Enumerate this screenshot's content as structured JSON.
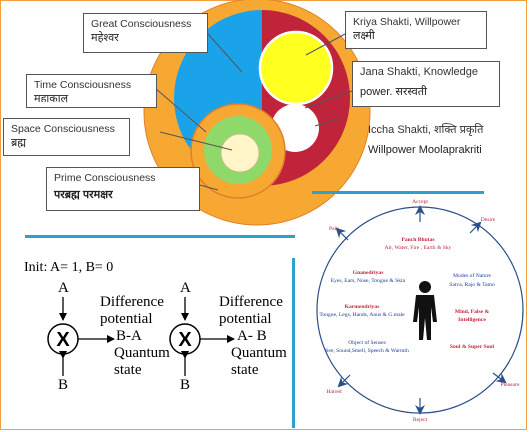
{
  "consciousness": {
    "great": {
      "title": "Great Consciousness",
      "sub": "महेश्वर"
    },
    "time": {
      "title": "Time Consciousness",
      "sub": "महाकाल"
    },
    "space": {
      "title": "Space Consciousness",
      "sub": "ब्रह्म"
    },
    "prime": {
      "title": "Prime Consciousness",
      "sub": "परब्रह्म परमक्षर"
    },
    "kriya": {
      "title": "Kriya Shakti, Willpower",
      "sub": "लक्ष्मी"
    },
    "jana": {
      "title": "Jana Shakti, Knowledge",
      "sub": "power. सरस्वती"
    },
    "iccha": {
      "title": "Iccha Shakti, शक्ति प्रकृति",
      "sub": "Willpower Moolaprakriti"
    },
    "colors": {
      "outer": "#f7a832",
      "blue": "#1aa3e8",
      "red": "#c0243a",
      "yellow": "#ffff20",
      "green": "#8fd86a",
      "cream": "#fff5c8"
    }
  },
  "quantum": {
    "init": "Init: A= 1, B= 0",
    "left": {
      "top": "A",
      "bottom": "B",
      "op": "X",
      "line1": "Difference",
      "line2": "potential",
      "result": "B-A",
      "line4": "Quantum",
      "line5": "state"
    },
    "right": {
      "top": "A",
      "bottom": "B",
      "op": "X",
      "line1": "Difference",
      "line2": "potential",
      "result": "A- B",
      "line4": "Quantum",
      "line5": "state"
    }
  },
  "wheel": {
    "ring": {
      "accept": "Accept",
      "desire": "Desire",
      "pain": "Pain",
      "pleasure": "Pleasure",
      "hatred": "Hatred",
      "reject": "Reject"
    },
    "bhutas": {
      "title": "Panch Bhutas",
      "body": "Air, Water, Fire , Earth & Sky"
    },
    "gnana": {
      "title": "Gnanedriyas",
      "body": "Eyes, Ears, Nose, Tongue & Skin"
    },
    "modes": {
      "title": "Modes of Nature",
      "body": "Satva, Rajo & Tamo"
    },
    "karma": {
      "title": "Karmendriyas",
      "body": "Tongue, Legs, Hands, Anus & G.male"
    },
    "mind": {
      "line1": "Mind, False &",
      "line2": "Intelligence"
    },
    "senses": {
      "title": "Object of Senses",
      "body": "See, Sound,Smell, Speech & Warmth"
    },
    "soul": "Soul & Super Soul"
  }
}
